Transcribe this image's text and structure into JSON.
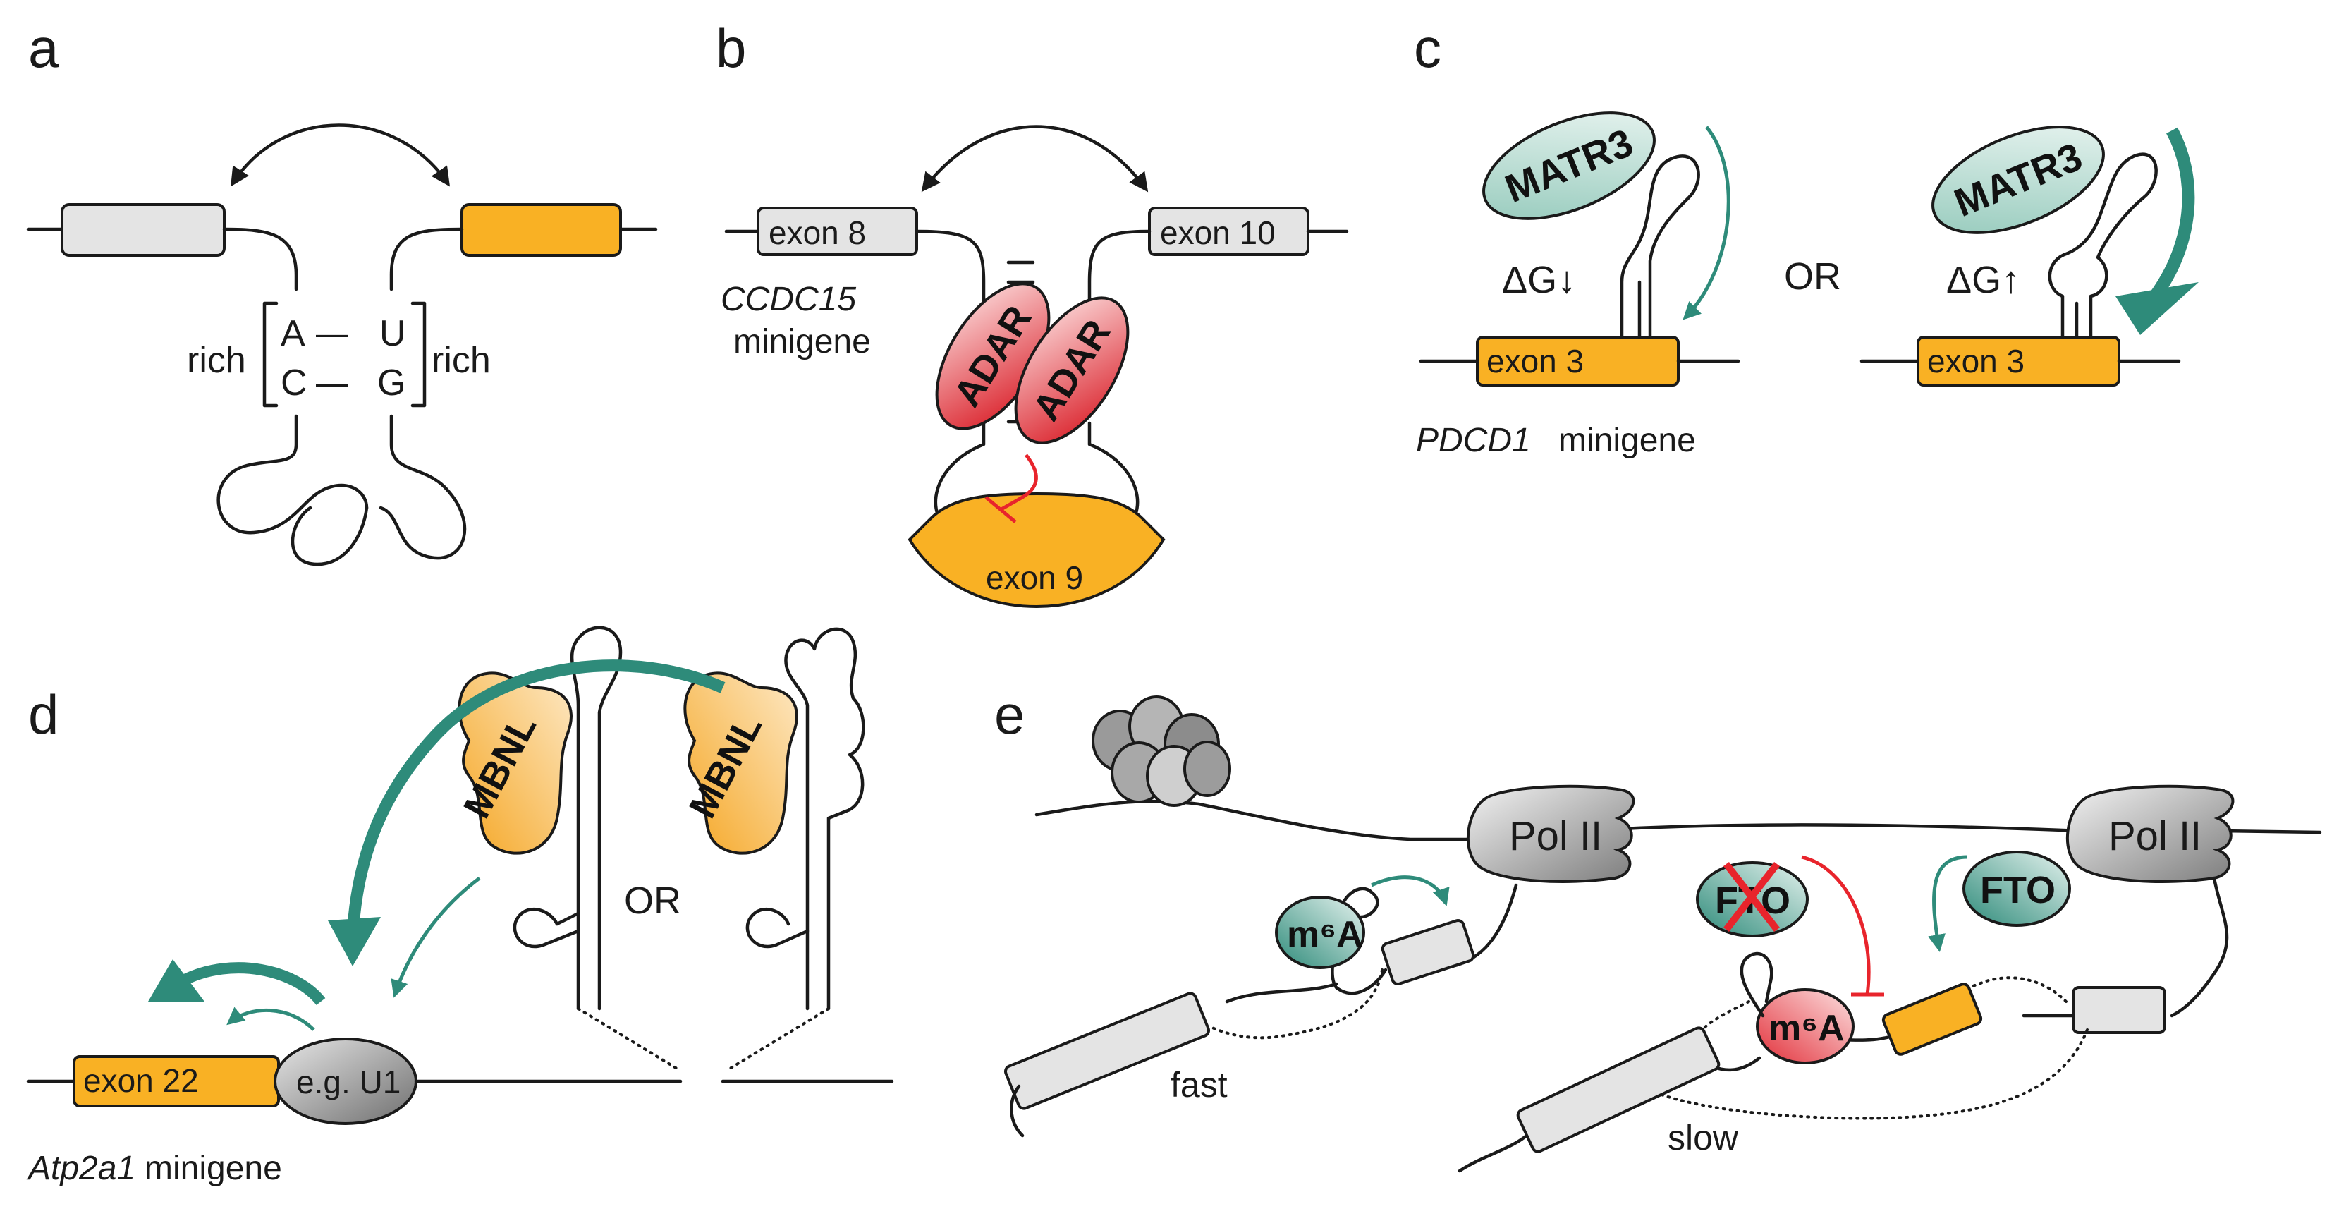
{
  "colors": {
    "exon_orange": "#f9b124",
    "exon_grey": "#e4e4e4",
    "teal": "#2e8b7a",
    "teal_light": "#cfe7e0",
    "red": "#e8242c",
    "adar_red": "#e2313b",
    "mbnl_orange": "#f6b94a",
    "pol_grey": "#9a9a9a"
  },
  "panels": {
    "a": {
      "label": "a",
      "rich_left": "rich",
      "rich_right": "rich",
      "base_A": "A",
      "base_U": "U",
      "base_C": "C",
      "base_G": "G",
      "pair_dash_1": "—",
      "pair_dash_2": "—"
    },
    "b": {
      "label": "b",
      "exon_8": "exon 8",
      "exon_10": "exon 10",
      "exon_9": "exon 9",
      "gene": "CCDC15",
      "gene_suffix": "minigene",
      "protein_1": "ADAR",
      "protein_2": "ADAR"
    },
    "c": {
      "label": "c",
      "protein_1": "MATR3",
      "protein_2": "MATR3",
      "dg_1": "ΔG↓",
      "dg_2": "ΔG↑",
      "or": "OR",
      "exon_left": "exon 3",
      "exon_right": "exon 3",
      "gene": "PDCD1",
      "gene_suffix": "minigene"
    },
    "d": {
      "label": "d",
      "protein_1": "MBNL",
      "protein_2": "MBNL",
      "or": "OR",
      "exon": "exon 22",
      "factor": "e.g. U1",
      "gene": "Atp2a1",
      "gene_suffix": "minigene"
    },
    "e": {
      "label": "e",
      "pol_1": "Pol II",
      "pol_2": "Pol II",
      "m6a_1": "m⁶A",
      "m6a_2": "m⁶A",
      "fto_1": "FTO",
      "fto_2": "FTO",
      "fast": "fast",
      "slow": "slow"
    }
  }
}
